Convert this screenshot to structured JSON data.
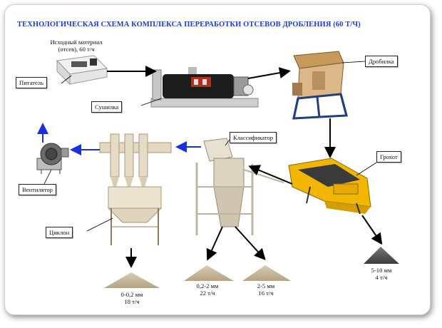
{
  "title": "ТЕХНОЛОГИЧЕСКАЯ СХЕМА КОМПЛЕКСА ПЕРЕРАБОТКИ ОТСЕВОВ ДРОБЛЕНИЯ   (60 Т/Ч)",
  "source": {
    "line1": "Исходный материал",
    "line2": "(отсев), 60 т/ч"
  },
  "labels": {
    "feeder": "Питатель",
    "dryer": "Сушилка",
    "crusher": "Дробилка",
    "classifier": "Классификатор",
    "screen": "Грохот",
    "fan": "Вентилятор",
    "cyclone": "Циклон"
  },
  "products": [
    {
      "size": "0-0,2 мм",
      "rate": "18 т/ч"
    },
    {
      "size": "0,2-2 мм",
      "rate": "22 т/ч"
    },
    {
      "size": "2-5 мм",
      "rate": "16 т/ч"
    },
    {
      "size": "5-10 мм",
      "rate": "4 т/ч"
    }
  ],
  "colors": {
    "title": "#1f3fbf",
    "flow_arrow_blue": "#1a2fe0",
    "sand": "#c9b89a",
    "crusher": "#d9b98a",
    "screen": "#f2b600"
  }
}
